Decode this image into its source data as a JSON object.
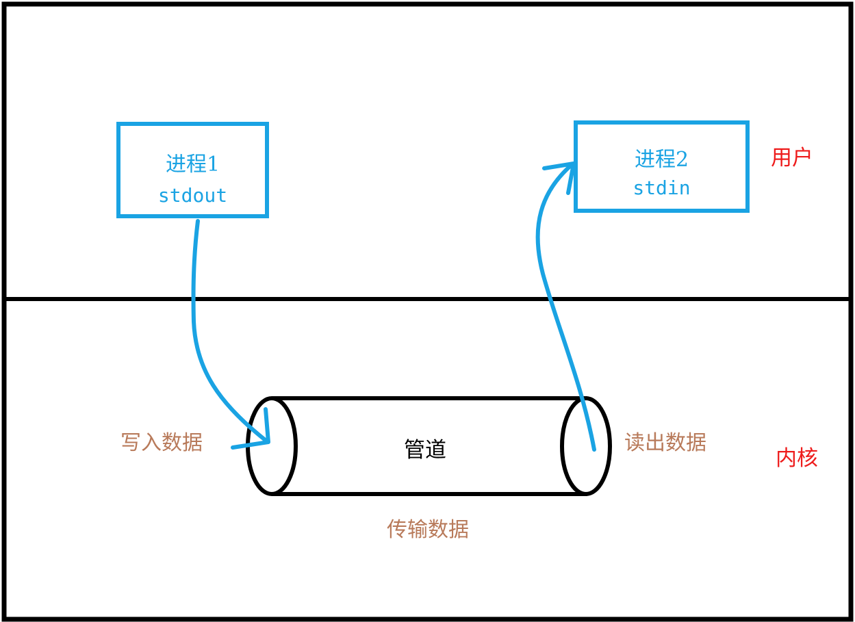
{
  "process1": {
    "name": "进程1",
    "stream": "stdout"
  },
  "process2": {
    "name": "进程2",
    "stream": "stdin"
  },
  "zones": {
    "user": "用户",
    "kernel": "内核"
  },
  "pipe": {
    "label": "管道"
  },
  "labels": {
    "write": "写入数据",
    "read": "读出数据",
    "transfer": "传输数据"
  },
  "colors": {
    "process": "#1aa3e3",
    "arrow": "#1aa3e3",
    "zone_label": "#ee1c1c",
    "flow_label": "#b87a5a",
    "outline": "#000000"
  }
}
